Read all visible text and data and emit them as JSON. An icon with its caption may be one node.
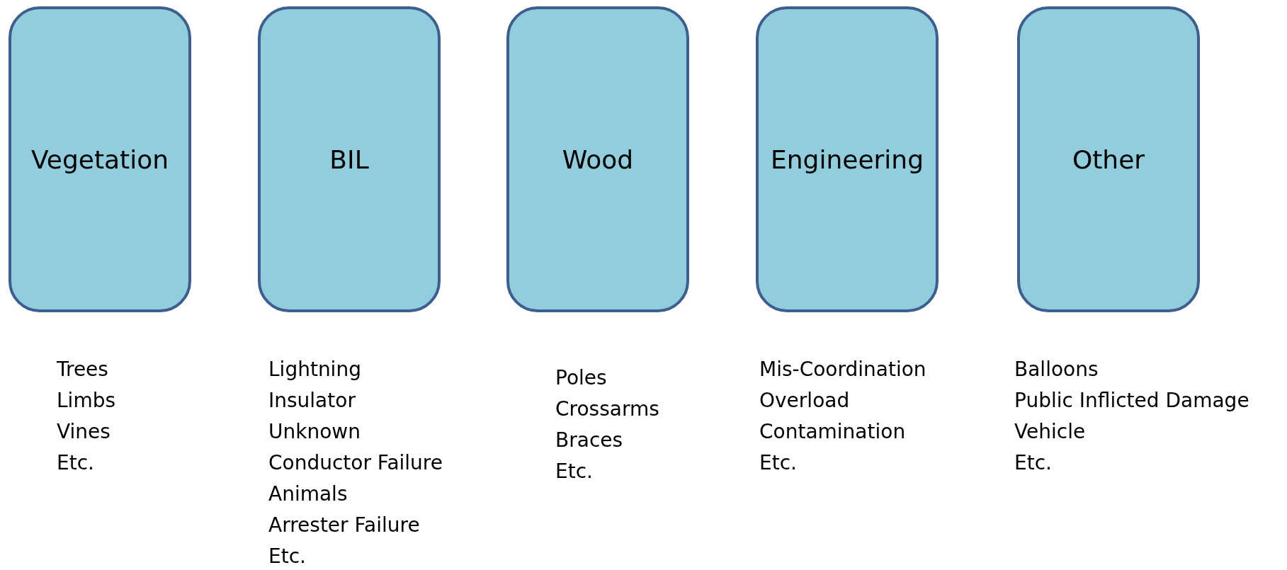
{
  "diagram": {
    "nodes": [
      {
        "text": [
          "Vegetation"
        ],
        "beside": [
          "Trees",
          "Limbs",
          "Vines",
          "Etc."
        ]
      },
      {
        "text": [
          "BIL"
        ],
        "beside": [
          "Lightning",
          "Insulator",
          "Unknown",
          "Conductor Failure",
          "Animals",
          "Arrester Failure",
          "Etc."
        ]
      },
      {
        "text": [
          "Wood"
        ],
        "beside": [
          "Poles",
          "Crossarms",
          "Braces",
          "Etc."
        ]
      },
      {
        "text": [
          "Engineering"
        ],
        "beside": [
          "Mis-Coordination",
          "Overload",
          "Contamination",
          "Etc."
        ]
      },
      {
        "text": [
          "Other"
        ],
        "beside": [
          "Balloons",
          "Public Inflicted Damage",
          "Vehicle",
          "Etc."
        ]
      }
    ]
  }
}
